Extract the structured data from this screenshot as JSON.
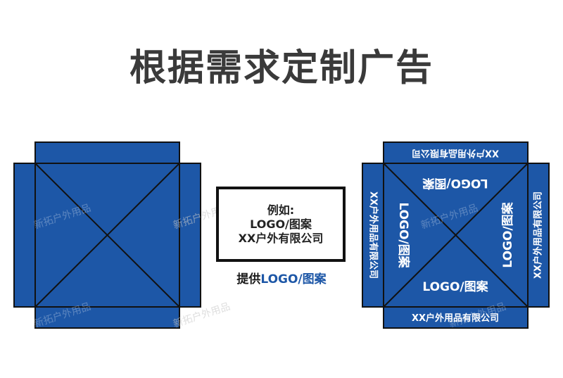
{
  "title": "根据需求定制广告",
  "example": {
    "line1": "例如:",
    "line2": "LOGO/图案",
    "line3": "XX户外有限公司"
  },
  "provide": {
    "prefix": "提供",
    "accent": "LOGO/图案"
  },
  "right_panel": {
    "logo_text": "LOGO/图案",
    "company_text": "XX户外用品有限公司"
  },
  "watermark": "新拓户外用品",
  "colors": {
    "panel_blue": "#1d57a7",
    "outline": "#111111",
    "title": "#3a3a3a"
  }
}
